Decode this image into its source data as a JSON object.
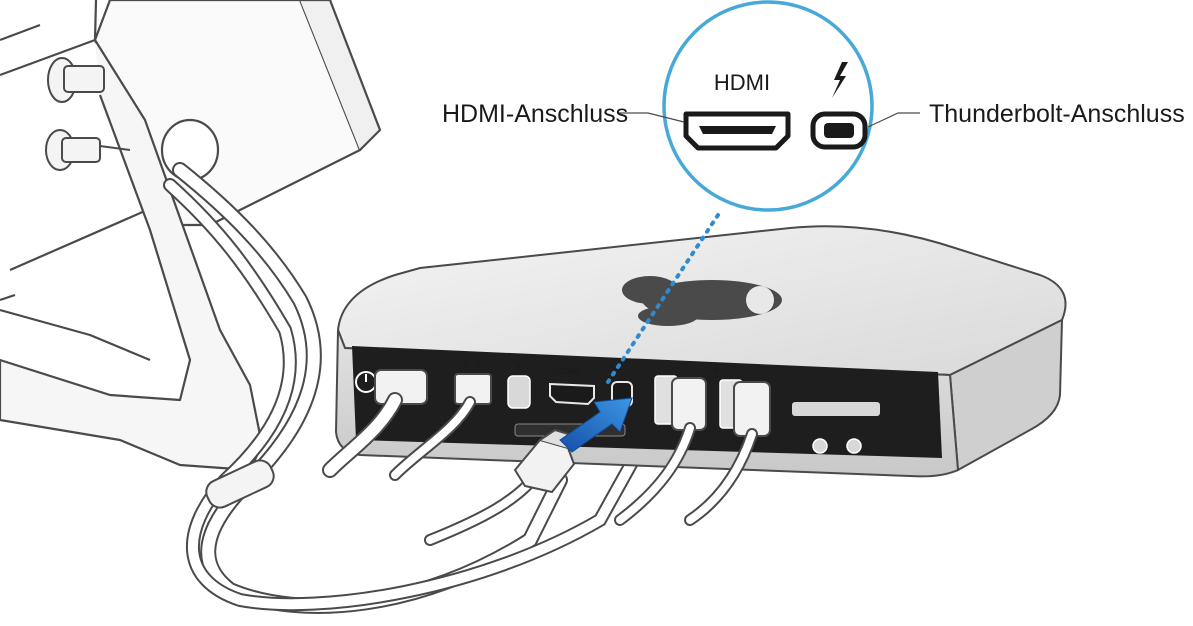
{
  "callouts": {
    "hdmi_port": "HDMI-Anschluss",
    "thunderbolt_port": "Thunderbolt-Anschluss"
  },
  "zoom": {
    "hdmi_title": "HDMI",
    "thunderbolt_symbol": "thunderbolt-icon"
  },
  "icons": {
    "power": "power-icon",
    "ethernet": "ethernet-icon",
    "firewire": "firewire-icon",
    "usb": "usb-icon",
    "headphones": "headphones-icon",
    "audio_in": "audio-in-icon"
  },
  "colors": {
    "line_art": "#4a4a4a",
    "device_body": "#e9e9e9",
    "back_panel": "#1e1e1e",
    "callout_ring": "#48a9d8",
    "arrow": "#1f6fc4",
    "dotted_line": "#2f8bd0",
    "apple_logo": "#4a4a4a"
  }
}
